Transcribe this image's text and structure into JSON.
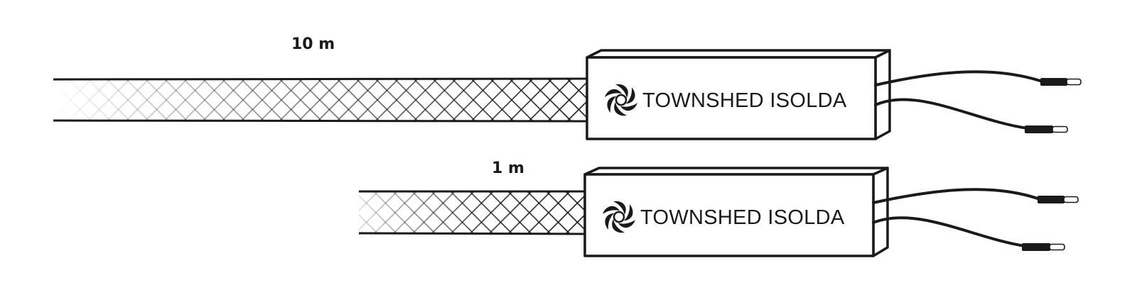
{
  "colors": {
    "ink": "#1a1a1a",
    "background": "#ffffff"
  },
  "cables": [
    {
      "length_label": "10 m",
      "brand_label": "TOWNSHED ISOLDA",
      "logo_icon": "swirl-logo-icon"
    },
    {
      "length_label": "1 m",
      "brand_label": "TOWNSHED ISOLDA",
      "logo_icon": "swirl-logo-icon"
    }
  ]
}
